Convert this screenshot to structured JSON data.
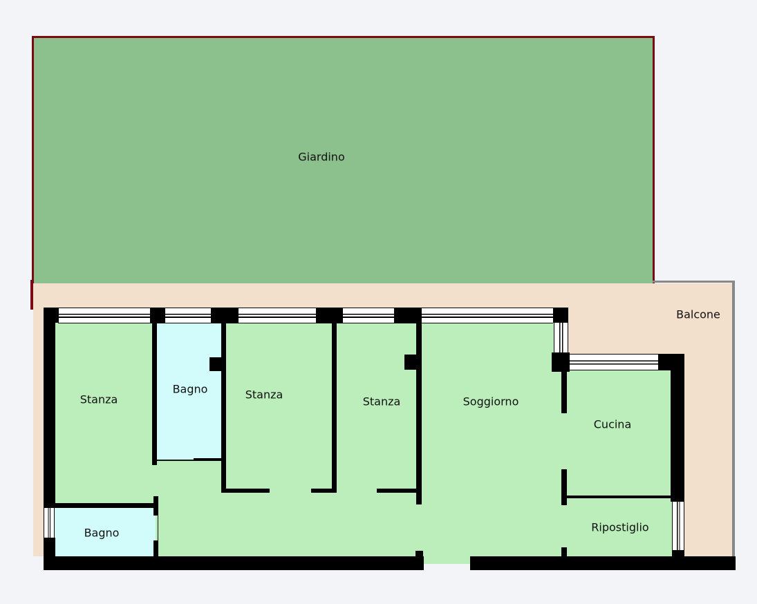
{
  "plan": {
    "garden": {
      "label": "Giardino"
    },
    "balcony": {
      "label": "Balcone"
    },
    "rooms": [
      {
        "label": "Stanza"
      },
      {
        "label": "Bagno"
      },
      {
        "label": "Stanza"
      },
      {
        "label": "Stanza"
      },
      {
        "label": "Soggiorno"
      },
      {
        "label": "Cucina"
      },
      {
        "label": "Bagno"
      },
      {
        "label": "Ripostiglio"
      }
    ]
  },
  "colors": {
    "garden": "#8cc08c",
    "garden_border": "#7a0a12",
    "balcony": "#f2dfcc",
    "room": "#bbeebb",
    "bathroom": "#d2fcfc",
    "wall": "#000000"
  }
}
